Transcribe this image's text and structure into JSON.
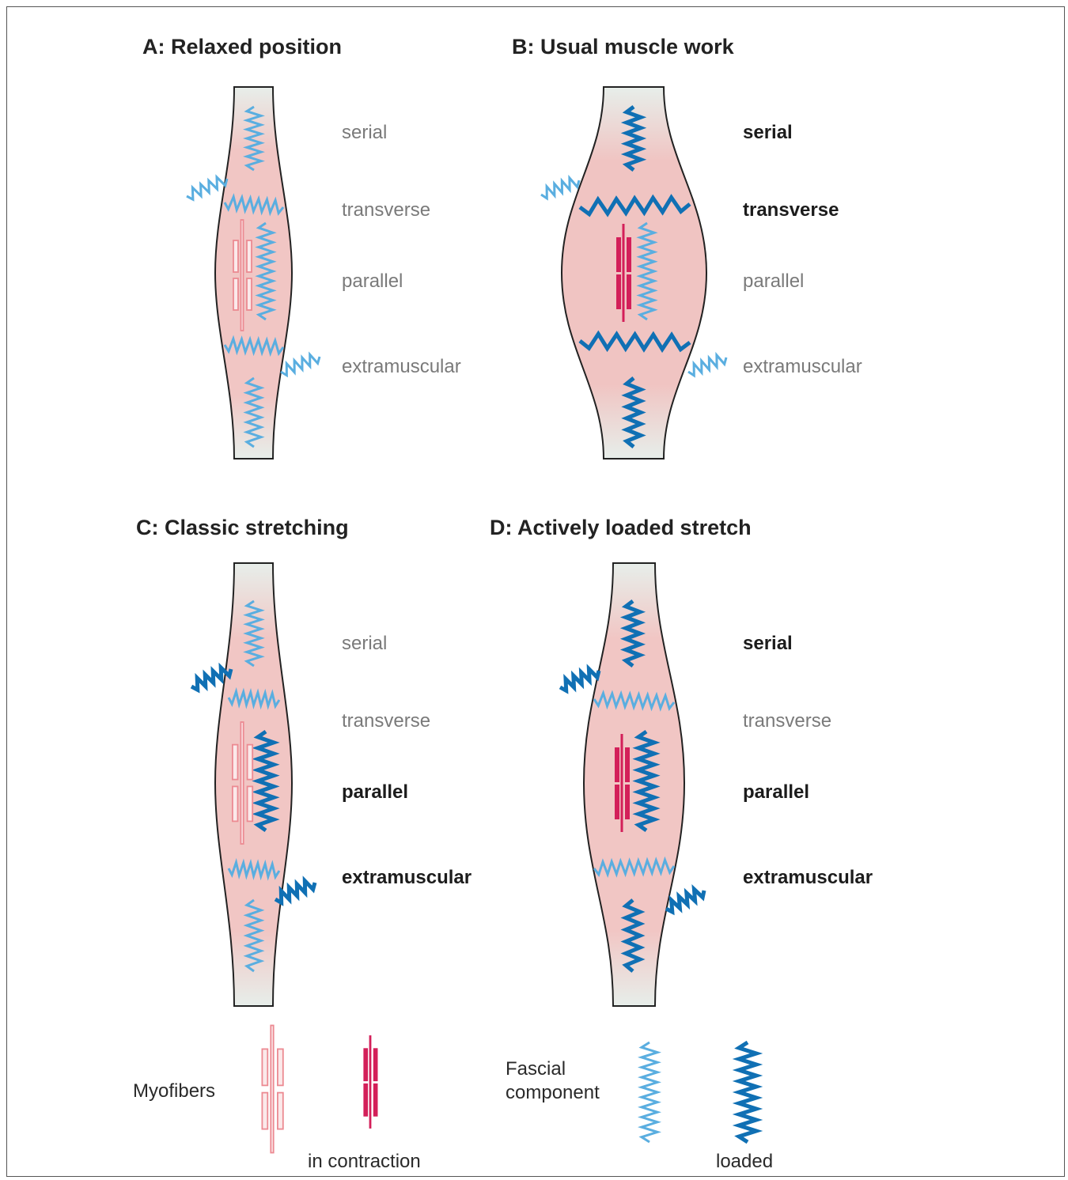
{
  "colors": {
    "muscle_fill": "#f1c6c4",
    "tendon_fill": "#e7eeea",
    "spring_normal": "#5aaee0",
    "spring_loaded": "#1070b4",
    "myofiber_relaxed": "#ec8a92",
    "myofiber_contracted": "#d31f59"
  },
  "panels": [
    {
      "title": "A: Relaxed position",
      "labels": [
        {
          "text": "serial",
          "loaded": false
        },
        {
          "text": "transverse",
          "loaded": false
        },
        {
          "text": "parallel",
          "loaded": false
        },
        {
          "text": "extramuscular",
          "loaded": false
        }
      ]
    },
    {
      "title": "B: Usual muscle work",
      "labels": [
        {
          "text": "serial",
          "loaded": true
        },
        {
          "text": "transverse",
          "loaded": true
        },
        {
          "text": "parallel",
          "loaded": false
        },
        {
          "text": "extramuscular",
          "loaded": false
        }
      ]
    },
    {
      "title": "C: Classic stretching",
      "labels": [
        {
          "text": "serial",
          "loaded": false
        },
        {
          "text": "transverse",
          "loaded": false
        },
        {
          "text": "parallel",
          "loaded": true
        },
        {
          "text": "extramuscular",
          "loaded": true
        }
      ]
    },
    {
      "title": "D: Actively loaded stretch",
      "labels": [
        {
          "text": "serial",
          "loaded": true
        },
        {
          "text": "transverse",
          "loaded": false
        },
        {
          "text": "parallel",
          "loaded": true
        },
        {
          "text": "extramuscular",
          "loaded": true
        }
      ]
    }
  ],
  "legend": {
    "myofibers": "Myofibers",
    "in_contraction": "in contraction",
    "fascial_line1": "Fascial",
    "fascial_line2": "component",
    "loaded": "loaded"
  }
}
